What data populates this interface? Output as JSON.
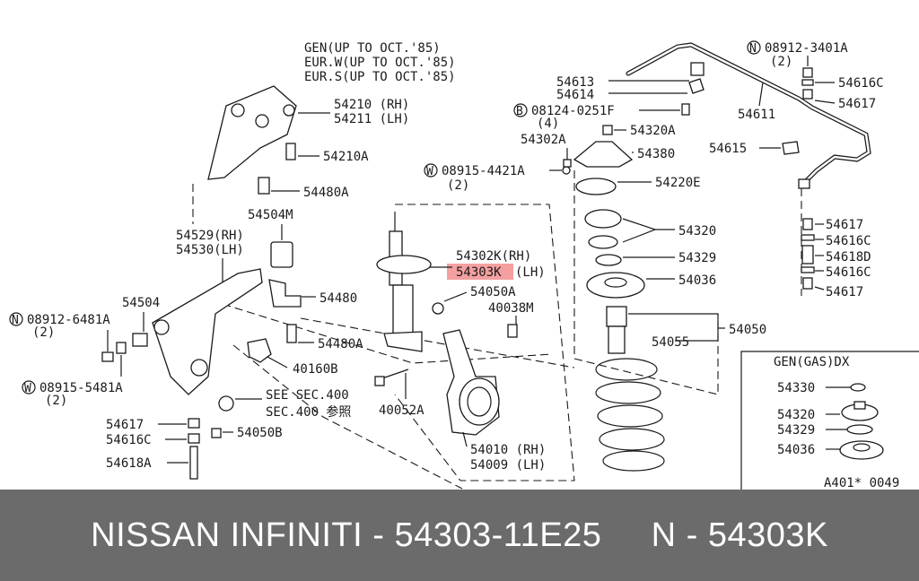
{
  "labels": {
    "gen": "GEN(UP TO OCT.'85)",
    "eurw": "EUR.W(UP TO OCT.'85)",
    "eurs": "EUR.S(UP TO OCT.'85)",
    "p54210": "54210 (RH)",
    "p54211": "54211 (LH)",
    "p54210a": "54210A",
    "p54480a_top": "54480A",
    "p54504m": "54504M",
    "p54529": "54529(RH)",
    "p54530": "54530(LH)",
    "p54480": "54480",
    "p54504": "54504",
    "n08912_6481a": "08912-6481A",
    "n08912_6481a_qty": "(2)",
    "p54480a_low": "54480A",
    "p40160b": "40160B",
    "w08915_5481a": "08915-5481A",
    "w08915_5481a_qty": "(2)",
    "see_sec400": "SEE SEC.400",
    "sec400_ref": "SEC.400 参照",
    "p54617_left": "54617",
    "p54616c_left": "54616C",
    "p54050b": "54050B",
    "p54618a": "54618A",
    "p54302k": "54302K(RH)",
    "p54303k": "54303K",
    "p54303k_lh": "(LH)",
    "p54050a": "54050A",
    "p40038m": "40038M",
    "p40052a": "40052A",
    "p54010": "54010 (RH)",
    "p54009": "54009 (LH)",
    "w08915_4421a": "08915-4421A",
    "w08915_4421a_qty": "(2)",
    "p54302a": "54302A",
    "b08124_0251f": "08124-0251F",
    "b08124_0251f_qty": "(4)",
    "p54320a": "54320A",
    "p54380": "54380",
    "p54220e": "54220E",
    "p54320": "54320",
    "p54329": "54329",
    "p54036": "54036",
    "p54050": "54050",
    "p54055": "54055",
    "p54613": "54613",
    "p54614": "54614",
    "p54611": "54611",
    "p54615": "54615",
    "n08912_3401a": "08912-3401A",
    "n08912_3401a_qty": "(2)",
    "p54616c_r1": "54616C",
    "p54617_r1": "54617",
    "p54617_r2": "54617",
    "p54616c_r2": "54616C",
    "p54618d": "54618D",
    "p54616c_r3": "54616C",
    "p54617_r3": "54617",
    "inset_title": "GEN(GAS)DX",
    "inset_54330": "54330",
    "inset_54320": "54320",
    "inset_54329": "54329",
    "inset_54036": "54036",
    "diagram_code": "A401* 0049",
    "circle_n": "N",
    "circle_w": "W",
    "circle_b": "B"
  },
  "caption": {
    "text": "NISSAN INFINITI - 54303-11E25     N - 54303K"
  },
  "colors": {
    "highlight": "#f08080",
    "caption_bg": "#6b6b6b",
    "line": "#1a1a1a"
  }
}
